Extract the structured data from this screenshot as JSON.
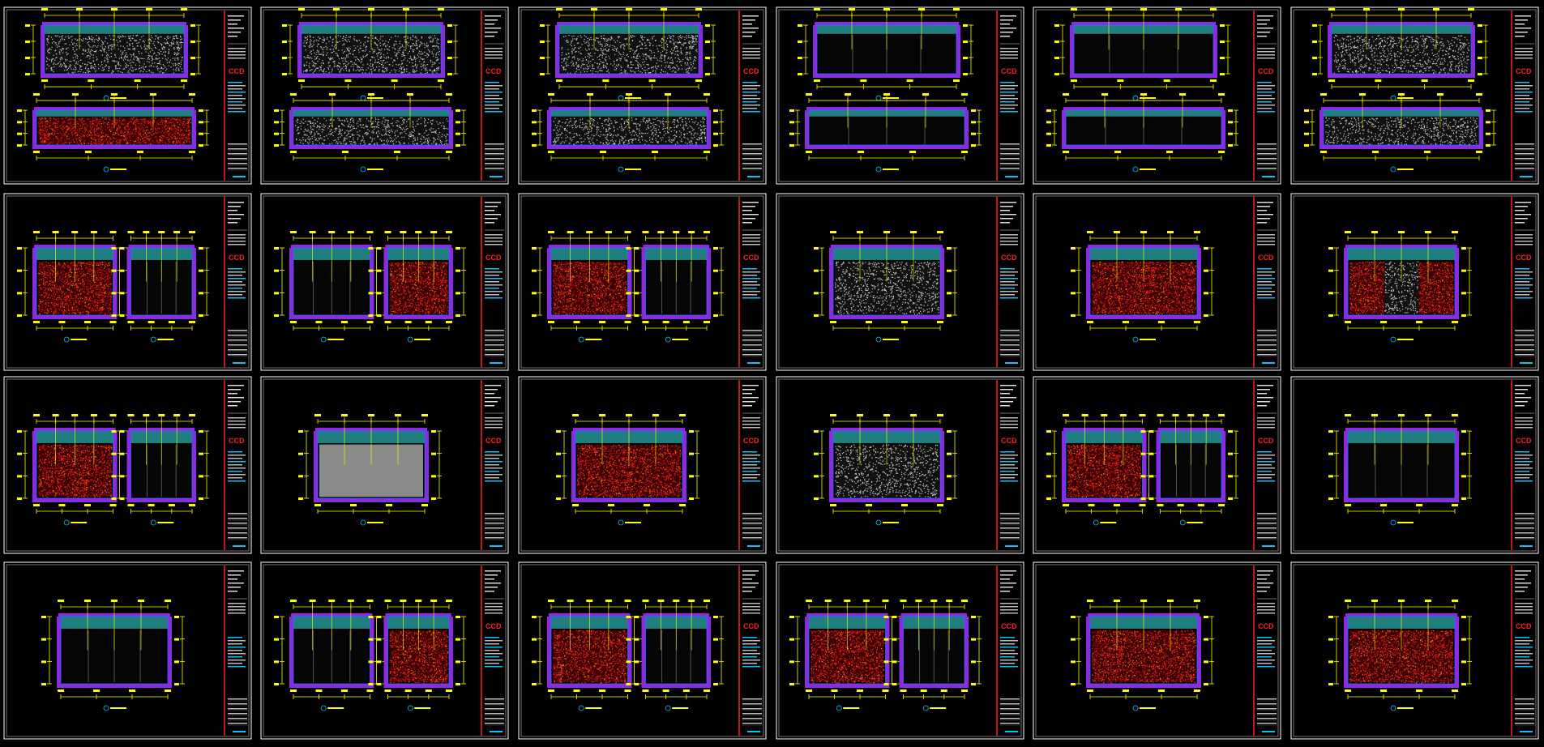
{
  "app": {
    "title": ""
  },
  "colors": {
    "background": "#000000",
    "frame": "#ffffff",
    "wall": "#8a2be2",
    "ceiling": "#1f7f7f",
    "dimension": "#ffff00",
    "finish_red": "#e21818",
    "finish_orange": "#ff7a00",
    "stone": "#c8c8c8",
    "note_cyan": "#00c8ff",
    "titleblock_red": "#ff2020",
    "green": "#00ff00",
    "blue": "#2a6dff"
  },
  "layout_grid": {
    "rows": 4,
    "cols": 6
  },
  "sheets": [
    {
      "id": "S01",
      "row": 0,
      "col": 0,
      "logo": "CCD",
      "panels": 2,
      "stacked": true,
      "fill": "red",
      "has_logo": true
    },
    {
      "id": "S02",
      "row": 0,
      "col": 1,
      "logo": "CCD",
      "panels": 2,
      "stacked": true,
      "fill": "stone",
      "has_logo": true
    },
    {
      "id": "S03",
      "row": 0,
      "col": 2,
      "logo": "CCD",
      "panels": 2,
      "stacked": true,
      "fill": "stone",
      "has_logo": true
    },
    {
      "id": "S04",
      "row": 0,
      "col": 3,
      "logo": "CCD",
      "panels": 2,
      "stacked": true,
      "fill": "dark",
      "has_logo": true
    },
    {
      "id": "S05",
      "row": 0,
      "col": 4,
      "logo": "CCD",
      "panels": 2,
      "stacked": true,
      "fill": "dark",
      "has_logo": true
    },
    {
      "id": "S06",
      "row": 0,
      "col": 5,
      "logo": "CCD",
      "panels": 2,
      "stacked": true,
      "fill": "stone",
      "has_logo": true
    },
    {
      "id": "S07",
      "row": 1,
      "col": 0,
      "logo": "CCD",
      "panels": 2,
      "stacked": false,
      "fill": "red",
      "has_logo": true
    },
    {
      "id": "S08",
      "row": 1,
      "col": 1,
      "logo": "CCD",
      "panels": 2,
      "stacked": false,
      "fill": "dark",
      "has_logo": true
    },
    {
      "id": "S09",
      "row": 1,
      "col": 2,
      "logo": "CCD",
      "panels": 2,
      "stacked": false,
      "fill": "red",
      "has_logo": true
    },
    {
      "id": "S10",
      "row": 1,
      "col": 3,
      "logo": "CCD",
      "panels": 1,
      "stacked": false,
      "fill": "stone",
      "has_logo": true
    },
    {
      "id": "S11",
      "row": 1,
      "col": 4,
      "logo": "CCD",
      "panels": 1,
      "stacked": false,
      "fill": "red",
      "has_logo": true
    },
    {
      "id": "S12",
      "row": 1,
      "col": 5,
      "logo": "CCD",
      "panels": 1,
      "stacked": false,
      "fill": "mixed",
      "has_logo": true
    },
    {
      "id": "S13",
      "row": 2,
      "col": 0,
      "logo": "CCD",
      "panels": 2,
      "stacked": false,
      "fill": "red",
      "has_logo": true
    },
    {
      "id": "S14",
      "row": 2,
      "col": 1,
      "logo": "CCD",
      "panels": 1,
      "stacked": false,
      "fill": "grey",
      "has_logo": true
    },
    {
      "id": "S15",
      "row": 2,
      "col": 2,
      "logo": "CCD",
      "panels": 1,
      "stacked": false,
      "fill": "red",
      "has_logo": true
    },
    {
      "id": "S16",
      "row": 2,
      "col": 3,
      "logo": "CCD",
      "panels": 1,
      "stacked": false,
      "fill": "stone",
      "has_logo": true
    },
    {
      "id": "S17",
      "row": 2,
      "col": 4,
      "logo": "CCD",
      "panels": 2,
      "stacked": false,
      "fill": "red",
      "has_logo": true
    },
    {
      "id": "S18",
      "row": 2,
      "col": 5,
      "logo": "CCD",
      "panels": 1,
      "stacked": false,
      "fill": "dark",
      "has_logo": true
    },
    {
      "id": "S19",
      "row": 3,
      "col": 0,
      "logo": "",
      "panels": 1,
      "stacked": false,
      "fill": "dark",
      "has_logo": false
    },
    {
      "id": "S20",
      "row": 3,
      "col": 1,
      "logo": "CCD",
      "panels": 2,
      "stacked": false,
      "fill": "dark",
      "has_logo": true
    },
    {
      "id": "S21",
      "row": 3,
      "col": 2,
      "logo": "CCD",
      "panels": 2,
      "stacked": false,
      "fill": "red",
      "has_logo": true
    },
    {
      "id": "S22",
      "row": 3,
      "col": 3,
      "logo": "CCD",
      "panels": 2,
      "stacked": false,
      "fill": "red",
      "has_logo": true
    },
    {
      "id": "S23",
      "row": 3,
      "col": 4,
      "logo": "CCD",
      "panels": 1,
      "stacked": false,
      "fill": "red",
      "has_logo": true
    },
    {
      "id": "S24",
      "row": 3,
      "col": 5,
      "logo": "CCD",
      "panels": 1,
      "stacked": false,
      "fill": "red",
      "has_logo": true
    }
  ]
}
